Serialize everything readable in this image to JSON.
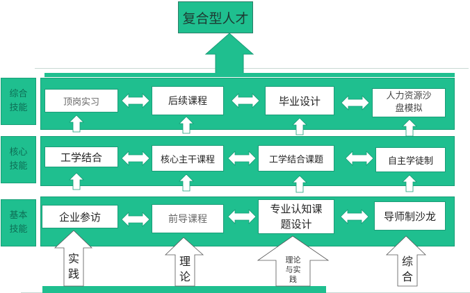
{
  "title": "复合型人才",
  "levels": [
    {
      "label": [
        "综合",
        "技能"
      ],
      "nodes": [
        "顶岗实习",
        "后续课程",
        "毕业设计",
        "人力资源沙盘模拟"
      ]
    },
    {
      "label": [
        "核心",
        "技能"
      ],
      "nodes": [
        "工学结合",
        "核心主干课程",
        "工学结合课题",
        "自主学徒制"
      ]
    },
    {
      "label": [
        "基本",
        "技能"
      ],
      "nodes": [
        "企业参访",
        "前导课程",
        "专业认知课题设计",
        "导师制沙龙"
      ]
    }
  ],
  "node_lines": {
    "l0n3": [
      "人力资源沙",
      "盘模拟"
    ],
    "l2n2": [
      "专业认知课",
      "题设计"
    ]
  },
  "foundations": [
    {
      "text": [
        "实",
        "践"
      ]
    },
    {
      "text": [
        "理",
        "论"
      ]
    },
    {
      "text": [
        "理论",
        "与实",
        "践"
      ]
    },
    {
      "text": [
        "综",
        "合"
      ]
    }
  ],
  "colors": {
    "green": "#1fbf8f",
    "green_border": "#189f77",
    "node_bg": "#ffffff"
  }
}
